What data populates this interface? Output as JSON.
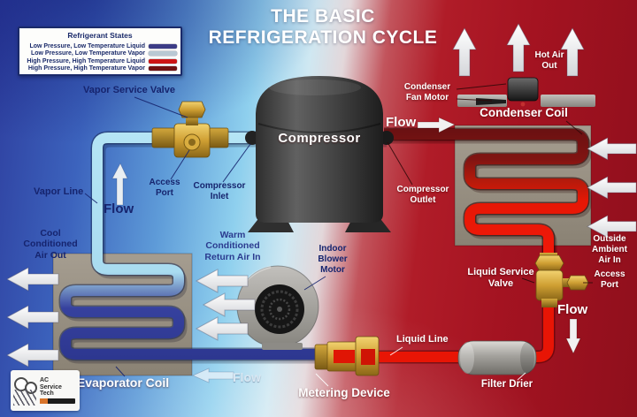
{
  "title": "THE BASIC\nREFRIGERATION CYCLE",
  "legend": {
    "title": "Refrigerant States",
    "items": [
      {
        "label": "Low Pressure, Low Temperature Liquid",
        "color": "#3c3c86"
      },
      {
        "label": "Low Pressure, Low Temperature Vapor",
        "color": "#b9c9d4"
      },
      {
        "label": "High Pressure, High Temperature Liquid",
        "color": "#cc1414"
      },
      {
        "label": "High Pressure, High Temperature Vapor",
        "color": "#701111"
      }
    ]
  },
  "labels": {
    "vapor_service_valve": "Vapor Service Valve",
    "vapor_line": "Vapor Line",
    "flow_vapor": "Flow",
    "access_port_left": "Access\nPort",
    "compressor_inlet": "Compressor\nInlet",
    "compressor": "Compressor",
    "compressor_outlet": "Compressor\nOutlet",
    "flow_discharge": "Flow",
    "condenser_fan_motor": "Condenser\nFan Motor",
    "condenser_coil": "Condenser Coil",
    "hot_air_out": "Hot Air\nOut",
    "outside_ambient_air_in": "Outside\nAmbient\nAir In",
    "liquid_service_valve": "Liquid Service\nValve",
    "access_port_right": "Access\nPort",
    "flow_liquid": "Flow",
    "liquid_line": "Liquid Line",
    "filter_drier": "Filter Drier",
    "metering_device": "Metering Device",
    "flow_to_evaporator": "Flow",
    "indoor_blower_motor": "Indoor\nBlower\nMotor",
    "warm_return_air": "Warm\nConditioned\nReturn Air In",
    "cool_air_out": "Cool\nConditioned\nAir Out",
    "evaporator_coil": "Evaporator Coil"
  },
  "logo": {
    "line1": "AC",
    "line2": "Service",
    "line3": "Tech"
  },
  "colors": {
    "background_blue": "#2e3f9f",
    "background_red": "#a41321",
    "vapor_pipe": "#b5e5f5",
    "low_pressure_liquid_pipe": "#2e3792",
    "discharge_pipe": "#701111",
    "liquid_pipe": "#e81505",
    "brass": "#d9ad3f",
    "coil_housing_gray": "#968e80"
  }
}
